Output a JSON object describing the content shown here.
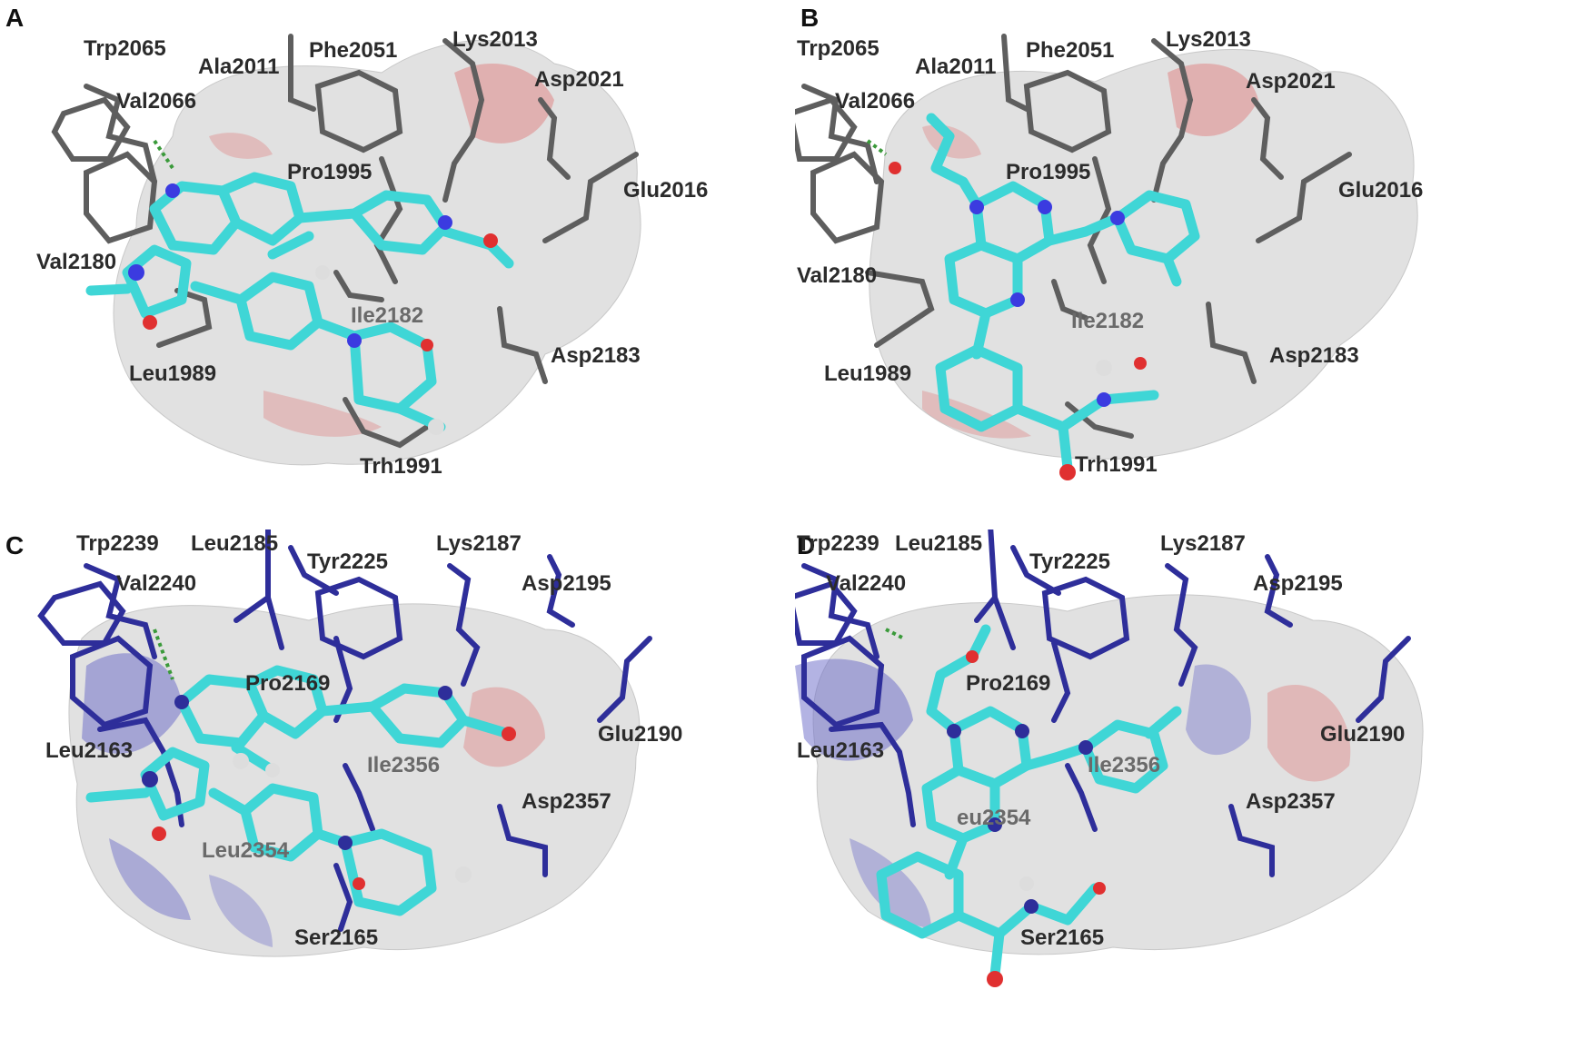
{
  "panels": [
    {
      "label": "A",
      "residues": [
        "Trp2065",
        "Ala2011",
        "Phe2051",
        "Lys2013",
        "Val2066",
        "Asp2021",
        "Pro1995",
        "Glu2016",
        "Val2180",
        "Ile2182",
        "Asp2183",
        "Leu1989",
        "Trh1991"
      ]
    },
    {
      "label": "B",
      "residues": [
        "Trp2065",
        "Ala2011",
        "Phe2051",
        "Lys2013",
        "Val2066",
        "Asp2021",
        "Pro1995",
        "Glu2016",
        "Val2180",
        "Ile2182",
        "Asp2183",
        "Leu1989",
        "Trh1991"
      ]
    },
    {
      "label": "C",
      "residues": [
        "Trp2239",
        "Leu2185",
        "Tyr2225",
        "Lys2187",
        "Val2240",
        "Asp2195",
        "Pro2169",
        "Glu2190",
        "Leu2163",
        "Ile2356",
        "Asp2357",
        "Leu2354",
        "Ser2165"
      ]
    },
    {
      "label": "D",
      "residues": [
        "Trp2239",
        "Leu2185",
        "Tyr2225",
        "Lys2187",
        "Val2240",
        "Asp2195",
        "Pro2169",
        "Glu2190",
        "Leu2163",
        "Ile2356",
        "Asp2357",
        "eu2354",
        "Ser2165"
      ]
    }
  ],
  "colors": {
    "ligand": "#3fd6d6",
    "nitrogen": "#3b3be0",
    "oxygen": "#e03030",
    "hydrogen": "#dddddd",
    "residue_gray": "#5e5e5e",
    "residue_navy": "#2e2e9a",
    "surface": "#d9d9d9",
    "hbond": "#3a9a3a"
  }
}
